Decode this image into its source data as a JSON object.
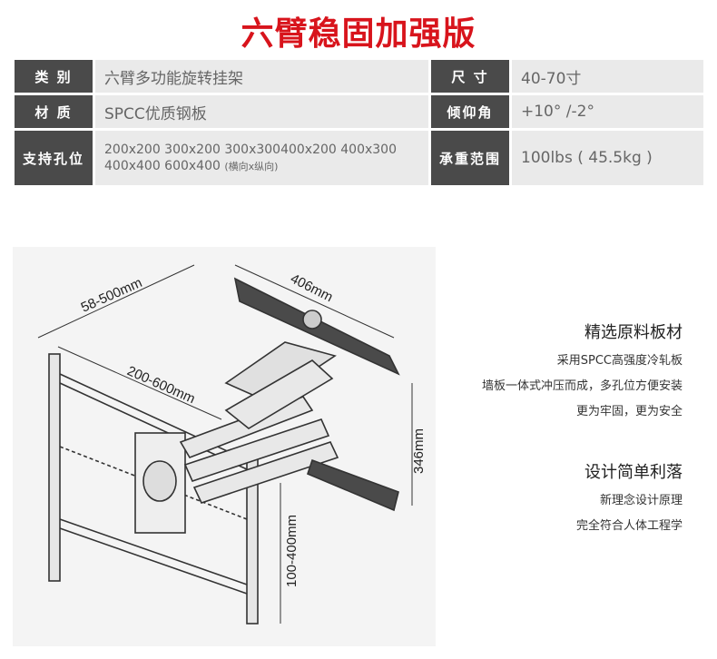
{
  "title": "六臂稳固加强版",
  "specs": {
    "r1": {
      "l1": "类 别",
      "v1": "六臂多功能旋转挂架",
      "l2": "尺 寸",
      "v2": "40-70寸"
    },
    "r2": {
      "l1": "材 质",
      "v1": "SPCC优质钢板",
      "l2": "倾仰角",
      "v2": "+10°  /-2°"
    },
    "r3": {
      "l1": "支持孔位",
      "v1a": "200x200 300x200 300x300400x200 400x300",
      "v1b": "400x400 600x400",
      "v1c": "(横向x纵向)",
      "l2": "承重范围",
      "v2": "100lbs ( 45.5kg )"
    }
  },
  "dims": {
    "d1": "58-500mm",
    "d2": "406mm",
    "d3": "200-600mm",
    "d4": "346mm",
    "d5": "100-400mm"
  },
  "features": {
    "f1": {
      "heading": "精选原料板材",
      "lines": [
        "采用SPCC高强度冷轧板",
        "墙板一体式冲压而成，多孔位方便安装",
        "更为牢固，更为安全"
      ]
    },
    "f2": {
      "heading": "设计简单利落",
      "lines": [
        "新理念设计原理",
        "完全符合人体工程学"
      ]
    }
  }
}
